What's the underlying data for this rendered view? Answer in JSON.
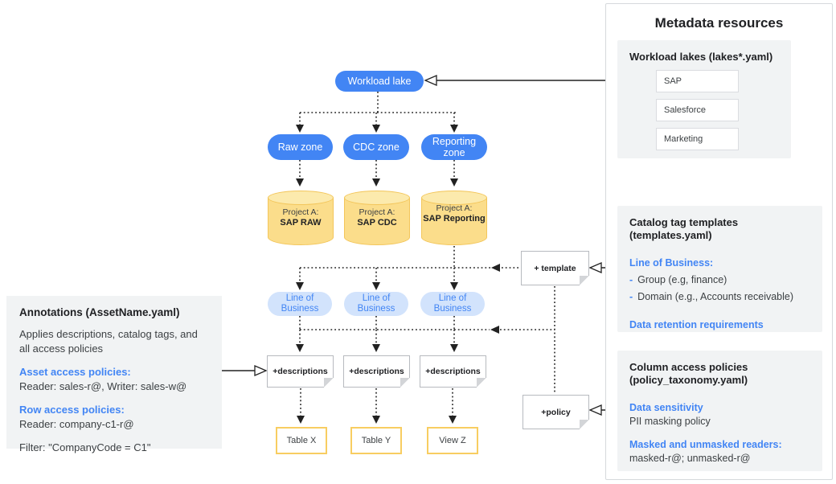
{
  "diagram": {
    "workload_lake_label": "Workload lake",
    "zones": [
      "Raw zone",
      "CDC zone",
      "Reporting zone"
    ],
    "projects": [
      {
        "prefix": "Project A:",
        "name": "SAP RAW"
      },
      {
        "prefix": "Project A:",
        "name": "SAP CDC"
      },
      {
        "prefix": "Project A:",
        "name": "SAP Reporting"
      }
    ],
    "lob_labels": [
      "Line of Business",
      "Line of Business",
      "Line of Business"
    ],
    "description_notes": [
      "+descriptions",
      "+descriptions",
      "+descriptions"
    ],
    "template_note_label": "+ template",
    "policy_note_label": "+policy",
    "outputs": [
      "Table X",
      "Table Y",
      "View Z"
    ]
  },
  "annotations_panel": {
    "title": "Annotations (AssetName.yaml)",
    "description": "Applies descriptions, catalog tags, and all access policies",
    "asset_policies_heading": "Asset access policies:",
    "asset_policies_detail": "Reader: sales-r@, Writer: sales-w@",
    "row_policies_heading": "Row access policies:",
    "row_policies_detail": "Reader: company-c1-r@",
    "filter_line": "Filter: \"CompanyCode = C1\""
  },
  "metadata_panel": {
    "title": "Metadata resources",
    "workload_lakes": {
      "heading": "Workload lakes (lakes*.yaml)",
      "items": [
        "SAP",
        "Salesforce",
        "Marketing"
      ]
    },
    "catalog_templates": {
      "heading_line1": "Catalog tag templates",
      "heading_line2": "(templates.yaml)",
      "lob_heading": "Line of Business:",
      "bullet_dash": "-",
      "bullets": [
        "Group (e.g, finance)",
        "Domain (e.g., Accounts receivable)"
      ],
      "retention_heading": "Data retention requirements"
    },
    "column_policies": {
      "heading_line1": "Column access policies",
      "heading_line2": "(policy_taxonomy.yaml)",
      "sensitivity_heading": "Data sensitivity",
      "sensitivity_detail": "PII masking policy",
      "readers_heading": "Masked and unmasked readers:",
      "readers_detail": "masked-r@; unmasked-r@"
    }
  },
  "colors": {
    "accent_blue": "#4285F4",
    "light_blue_pill": "#D2E3FC",
    "cylinder_yellow": "#FBDD8B",
    "table_border_yellow": "#F8CD61",
    "panel_gray": "#F1F3F4"
  }
}
